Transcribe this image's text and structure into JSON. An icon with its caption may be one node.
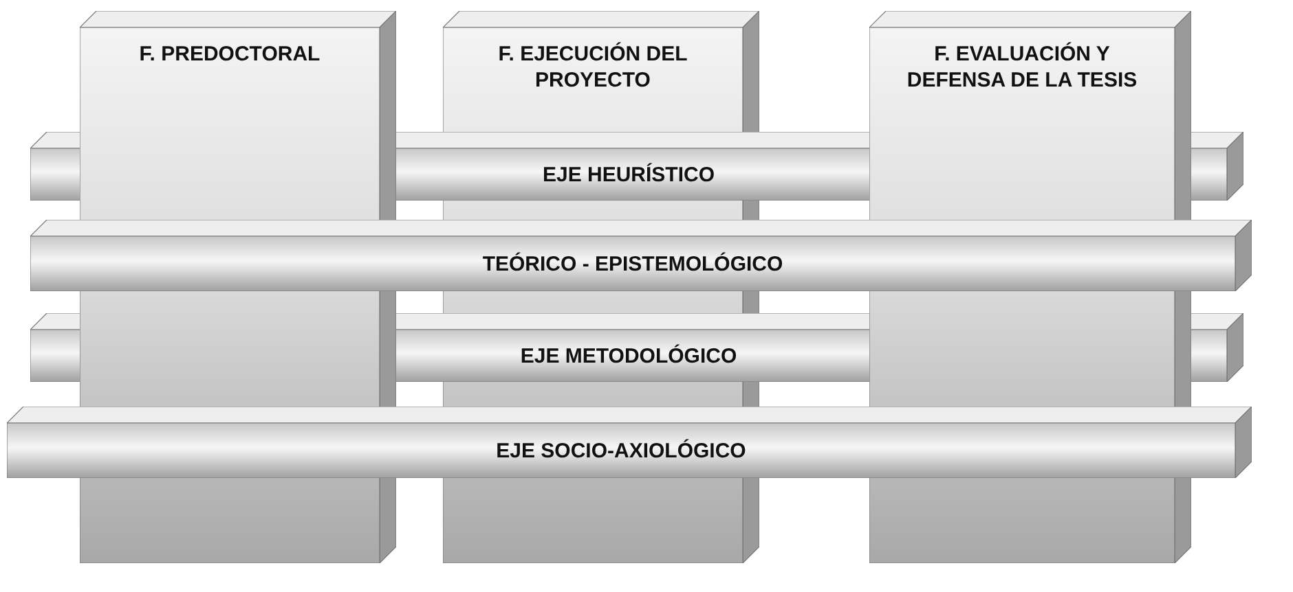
{
  "diagram": {
    "nodes": [
      {
        "text": [
          "F. PREDOCTORAL"
        ]
      },
      {
        "text": [
          "F. EJECUCIÓN DEL PROYECTO"
        ]
      },
      {
        "text": [
          "F. EVALUACIÓN Y DEFENSA DE LA TESIS"
        ]
      },
      {
        "text": [
          "EJE HEURÍSTICO"
        ]
      },
      {
        "text": [
          "TEÓRICO - EPISTEMOLÓGICO"
        ]
      },
      {
        "text": [
          "EJE METODOLÓGICO"
        ]
      },
      {
        "text": [
          "EJE SOCIO-AXIOLÓGICO"
        ]
      }
    ]
  }
}
